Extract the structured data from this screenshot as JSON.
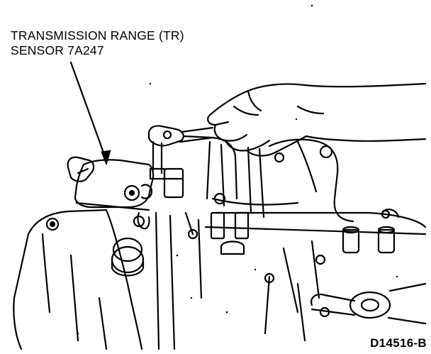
{
  "callout": {
    "line1": "TRANSMISSION RANGE (TR)",
    "line2": "SENSOR 7A247"
  },
  "figure_id": "D14516-B"
}
